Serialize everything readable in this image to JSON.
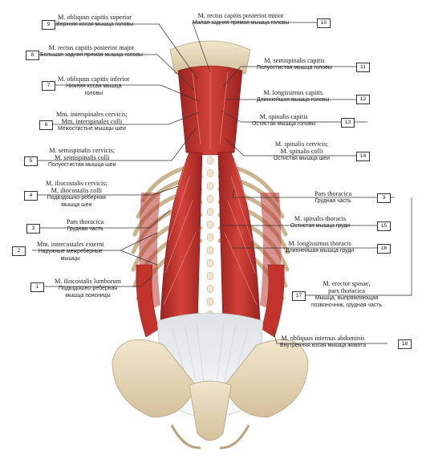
{
  "labels": {
    "l9": {
      "num": "9",
      "lat": "M. obliquus capitis superior",
      "rus": "Верхняя косая мышца головы"
    },
    "l8": {
      "num": "8",
      "lat": "M. rectus capitis posterior major",
      "rus": "Большая задняя прямая мышца головы"
    },
    "l7": {
      "num": "7",
      "lat": "M. obliquus capitis inferior",
      "rus1": "Нижняя косая мышца",
      "rus2": "головы"
    },
    "l6": {
      "num": "6",
      "lat1": "Mm. interspinales cervicis;",
      "lat2": "Mm. interspinales colli",
      "rus": "Межостистые мышцы шеи"
    },
    "l5": {
      "num": "5",
      "lat1": "M. semispinalis cervicis;",
      "lat2": "M. semispinalis colli",
      "rus": "Полуостистая мышца шеи"
    },
    "l4": {
      "num": "4",
      "lat1": "M. iliocostalis cervicis;",
      "lat2": "M. iliocostalis colli",
      "rus1": "Подвздошно-реберная",
      "rus2": "мышца шеи"
    },
    "l3": {
      "num": "3",
      "lat": "Pars thoracica",
      "rus": "Грудная часть"
    },
    "l2": {
      "num": "2",
      "lat": "Mm. intercostales externi",
      "rus1": "Наружные межреберные",
      "rus2": "мышцы"
    },
    "l1": {
      "num": "1",
      "lat": "M. iliocostalis lumborum",
      "rus1": "Подвздошно-реберная",
      "rus2": "мышца поясницы"
    },
    "r10": {
      "num": "10",
      "lat": "M. rectus capitis posterior minor",
      "rus": "Малая задняя прямая мышца головы"
    },
    "r11": {
      "num": "11",
      "lat": "M. semispinalis capitis",
      "rus": "Полуостистая мышца головы"
    },
    "r12": {
      "num": "12",
      "lat": "M. longissimus capitis",
      "rus": "Длиннейшая мышца головы"
    },
    "r13": {
      "num": "13",
      "lat": "M. spinalis capitis",
      "rus": "Остистая мышца головы"
    },
    "r14": {
      "num": "14",
      "lat1": "M. spinalis cervicis;",
      "lat2": "M. spinalis colli",
      "rus": "Остистая мышца шеи"
    },
    "r3": {
      "num": "3",
      "lat": "Pars thoracica",
      "rus": "Грудная часть"
    },
    "r15": {
      "num": "15",
      "lat": "M. spinalis thoracis",
      "rus": "Остистая мышца груди"
    },
    "r16": {
      "num": "16",
      "lat": "M. longissimus thoracis",
      "rus": "Длиннейшая мышца груди"
    },
    "r17": {
      "num": "17",
      "lat1": "M. erector spinae,",
      "lat2": "pars thoracica",
      "rus1": "Мышца, выпрямляющая",
      "rus2": "позвоночник, грудная часть"
    },
    "r18": {
      "num": "18",
      "lat": "M. obliquus internus abdominis",
      "rus": "Внутренняя косая мышца живота"
    }
  },
  "colors": {
    "muscle": "#c8322e",
    "muscle_dark": "#8e1d1a",
    "muscle_light": "#e0665b",
    "bone": "#e9dcc0",
    "bone_shade": "#c9b48f",
    "tendon": "#eef0f2",
    "line": "#333333"
  }
}
